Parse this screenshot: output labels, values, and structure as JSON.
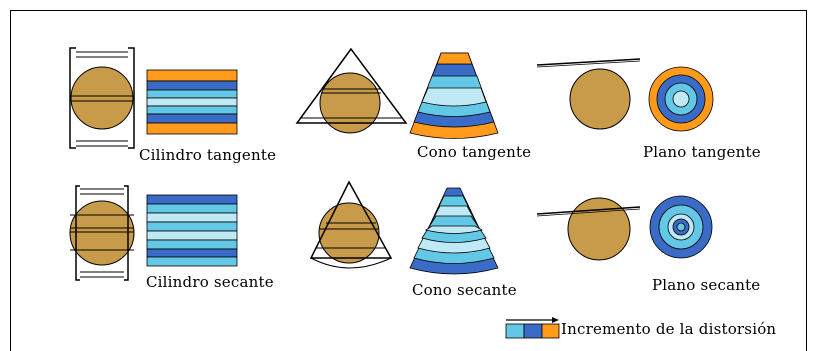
{
  "colors": {
    "globe": "#c89b4a",
    "orange": "#ff9a1a",
    "light_blue": "#63c8e6",
    "dark_blue": "#3a6bc7",
    "white_blue": "#bfe9f4",
    "line": "#000000"
  },
  "labels": {
    "cylinder_tangent": "Cilindro tangente",
    "cone_tangent": "Cono tangente",
    "plane_tangent": "Plano tangente",
    "cylinder_secant": "Cilindro secante",
    "cone_secant": "Cono secante",
    "plane_secant": "Plano secante",
    "legend": "Incremento de la distorsión"
  },
  "legend": {
    "swatch_colors": [
      "light-blue",
      "dark-blue",
      "orange"
    ]
  }
}
